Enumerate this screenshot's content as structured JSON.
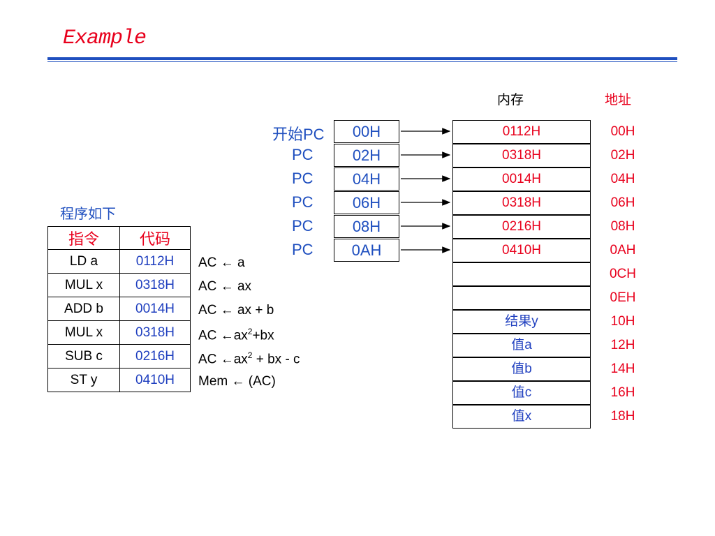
{
  "title": "Example",
  "program_caption": "程序如下",
  "table": {
    "headers": [
      "指令",
      "代码"
    ],
    "rows": [
      {
        "instr": "LD  a",
        "code": "0112H",
        "desc": "AC  a"
      },
      {
        "instr": "MUL x",
        "code": "0318H",
        "desc": "AC  ax"
      },
      {
        "instr": "ADD b",
        "code": "0014H",
        "desc": "AC  ax + b"
      },
      {
        "instr": "MUL x",
        "code": "0318H",
        "desc": "AC ax2+bx"
      },
      {
        "instr": "SUB c",
        "code": "0216H",
        "desc": "AC ax2 + bx - c"
      },
      {
        "instr": "ST  y",
        "code": "0410H",
        "desc": "Mem  (AC)"
      }
    ]
  },
  "pc": {
    "labels": [
      "开始PC",
      "PC",
      "PC",
      "PC",
      "PC",
      "PC"
    ],
    "values": [
      "00H",
      "02H",
      "04H",
      "06H",
      "08H",
      "0AH"
    ]
  },
  "memory": {
    "header": "内存",
    "address_header": "地址",
    "cells": [
      "0112H",
      "0318H",
      "0014H",
      "0318H",
      "0216H",
      "0410H",
      "",
      "",
      "结果y",
      "值a",
      "值b",
      "值c",
      "值x"
    ],
    "addresses": [
      "00H",
      "02H",
      "04H",
      "06H",
      "08H",
      "0AH",
      "0CH",
      "0EH",
      "10H",
      "12H",
      "14H",
      "16H",
      "18H"
    ]
  },
  "colors": {
    "title": "#e8001c",
    "rule": "#1f4fbf",
    "code": "#1f3fbf",
    "address": "#e8001c"
  }
}
